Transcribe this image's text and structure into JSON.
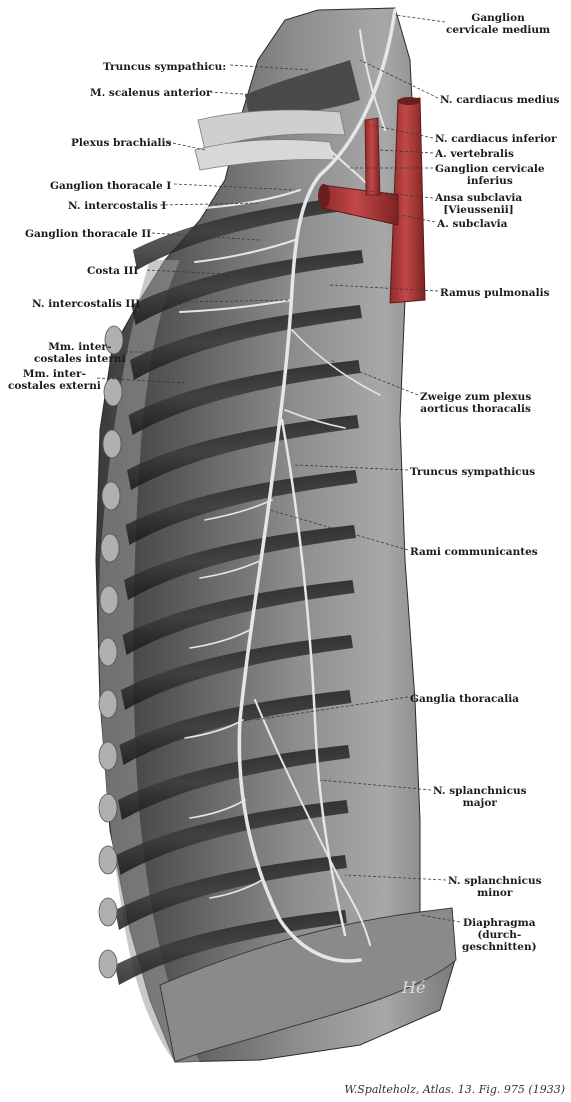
{
  "colors": {
    "specimen_dark": "#2e2e2e",
    "specimen_mid": "#6b6b6b",
    "specimen_light": "#bdbdbd",
    "nerve": "#e4e4e4",
    "artery": "#b13a3a",
    "leader": "#3a3a3a"
  },
  "labels": {
    "ganglion_cervicale_medium": "Ganglion\ncervicale medium",
    "truncus_sympathicus_top": "Truncus sympathicu:",
    "m_scalenus_anterior": "M. scalenus anterior",
    "n_cardiacus_medius": "N. cardiacus medius",
    "plexus_brachialis": "Plexus brachialis",
    "n_cardiacus_inferior": "N. cardiacus inferior",
    "a_vertebralis": "A. vertebralis",
    "ganglion_cervicale_inferius": "Ganglion cervicale\ninferius",
    "ganglion_thoracale_i": "Ganglion thoracale I",
    "ansa_subclavia": "Ansa subclavia\n[Vieussenii]",
    "n_intercostalis_i": "N. intercostalis I",
    "a_subclavia": "A. subclavia",
    "ganglion_thoracale_ii": "Ganglion thoracale II",
    "costa_iii": "Costa III",
    "ramus_pulmonalis": "Ramus pulmonalis",
    "n_intercostalis_iii": "N. intercostalis III",
    "mm_intercostales_interni": "Mm. inter-\ncostales interni",
    "mm_intercostales_externi": "Mm. inter-\ncostales externi",
    "zweige_plexus": "Zweige zum plexus\naorticus thoracalis",
    "truncus_sympathicus": "Truncus sympathicus",
    "rami_communicantes": "Rami communicantes",
    "ganglia_thoracalia": "Ganglia thoracalia",
    "n_splanchnicus_major": "N. splanchnicus\nmajor",
    "n_splanchnicus_minor": "N. splanchnicus\nminor",
    "diaphragma": "Diaphragma\n(durch-\ngeschnitten)"
  },
  "signature": "Hé",
  "caption": "W.Spalteholz, Atlas. 13. Fig. 975 (1933)"
}
